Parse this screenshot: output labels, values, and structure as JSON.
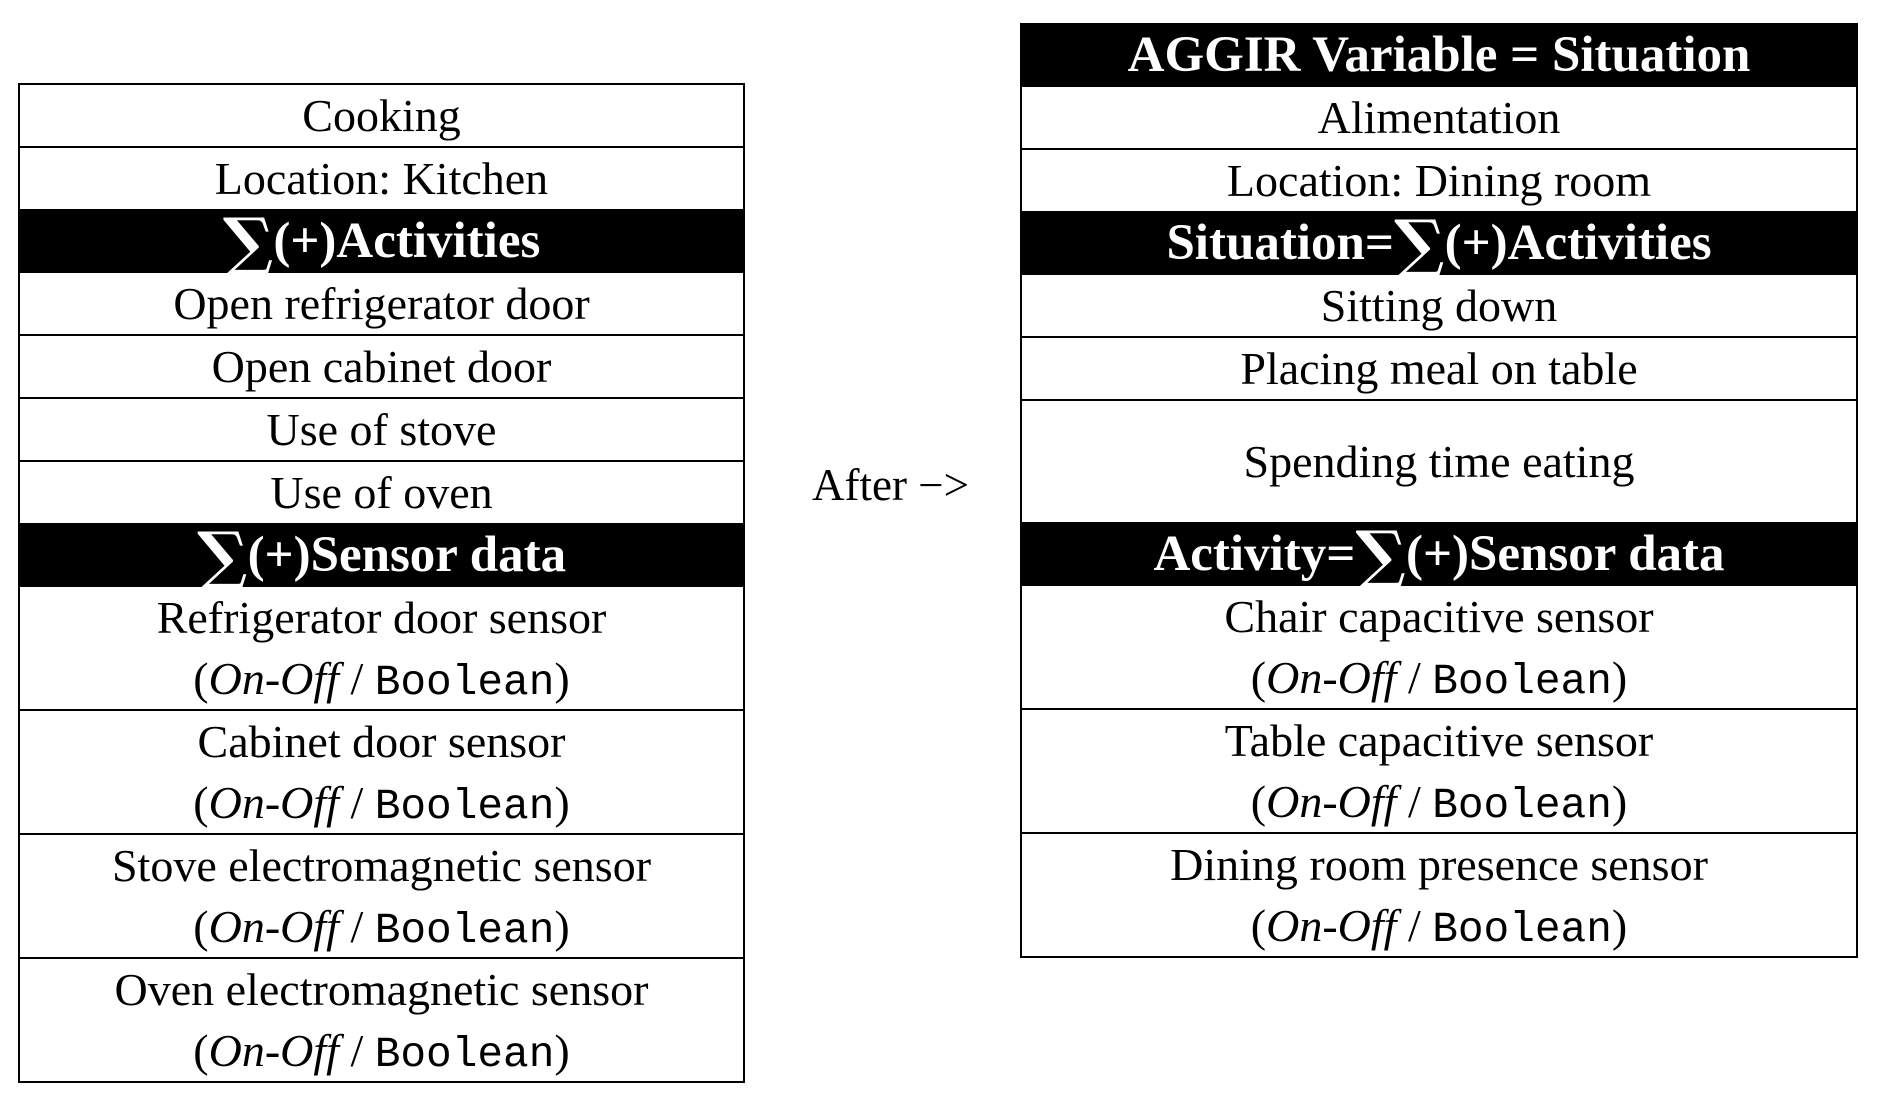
{
  "figure": {
    "after_label": "After −>"
  },
  "colors": {
    "background": "#ffffff",
    "border": "#000000",
    "header_bg": "#000000",
    "header_fg": "#ffffff"
  },
  "left_table": {
    "rows": [
      {
        "style": "item",
        "lines": [
          [
            {
              "t": "Cooking"
            }
          ]
        ]
      },
      {
        "style": "item",
        "lines": [
          [
            {
              "t": "Location: Kitchen"
            }
          ]
        ]
      },
      {
        "style": "header",
        "lines": [
          [
            {
              "t": "∑",
              "s": "sum"
            },
            {
              "t": "(+)Activities"
            }
          ]
        ]
      },
      {
        "style": "item",
        "lines": [
          [
            {
              "t": "Open refrigerator door"
            }
          ]
        ]
      },
      {
        "style": "item",
        "lines": [
          [
            {
              "t": "Open cabinet door"
            }
          ]
        ]
      },
      {
        "style": "item",
        "lines": [
          [
            {
              "t": "Use of stove"
            }
          ]
        ]
      },
      {
        "style": "item",
        "lines": [
          [
            {
              "t": "Use of oven"
            }
          ]
        ]
      },
      {
        "style": "header",
        "lines": [
          [
            {
              "t": "∑",
              "s": "sum"
            },
            {
              "t": "(+)Sensor data"
            }
          ]
        ]
      },
      {
        "style": "item",
        "lines": [
          [
            {
              "t": "Refrigerator door sensor"
            }
          ],
          [
            {
              "t": "("
            },
            {
              "t": "On-Off",
              "s": "i"
            },
            {
              "t": " / "
            },
            {
              "t": "Boolean",
              "s": "m"
            },
            {
              "t": ")"
            }
          ]
        ]
      },
      {
        "style": "item",
        "lines": [
          [
            {
              "t": "Cabinet door sensor"
            }
          ],
          [
            {
              "t": "("
            },
            {
              "t": "On-Off",
              "s": "i"
            },
            {
              "t": " / "
            },
            {
              "t": "Boolean",
              "s": "m"
            },
            {
              "t": ")"
            }
          ]
        ]
      },
      {
        "style": "item",
        "lines": [
          [
            {
              "t": "Stove electromagnetic sensor"
            }
          ],
          [
            {
              "t": "("
            },
            {
              "t": "On-Off",
              "s": "i"
            },
            {
              "t": " / "
            },
            {
              "t": "Boolean",
              "s": "m"
            },
            {
              "t": ")"
            }
          ]
        ]
      },
      {
        "style": "item",
        "lines": [
          [
            {
              "t": "Oven electromagnetic sensor"
            }
          ],
          [
            {
              "t": "("
            },
            {
              "t": "On-Off",
              "s": "i"
            },
            {
              "t": " / "
            },
            {
              "t": "Boolean",
              "s": "m"
            },
            {
              "t": ")"
            }
          ]
        ]
      }
    ]
  },
  "right_table": {
    "rows": [
      {
        "style": "header",
        "lines": [
          [
            {
              "t": "AGGIR Variable = Situation"
            }
          ]
        ]
      },
      {
        "style": "item",
        "lines": [
          [
            {
              "t": "Alimentation"
            }
          ]
        ]
      },
      {
        "style": "item",
        "lines": [
          [
            {
              "t": "Location: Dining room"
            }
          ]
        ]
      },
      {
        "style": "header",
        "lines": [
          [
            {
              "t": "Situation="
            },
            {
              "t": "∑",
              "s": "sum"
            },
            {
              "t": "(+)Activities"
            }
          ]
        ]
      },
      {
        "style": "item",
        "lines": [
          [
            {
              "t": "Sitting down"
            }
          ]
        ]
      },
      {
        "style": "item",
        "lines": [
          [
            {
              "t": "Placing meal on table"
            }
          ]
        ]
      },
      {
        "style": "item-tall",
        "lines": [
          [
            {
              "t": "Spending time eating"
            }
          ]
        ]
      },
      {
        "style": "header",
        "lines": [
          [
            {
              "t": "Activity="
            },
            {
              "t": "∑",
              "s": "sum"
            },
            {
              "t": "(+)Sensor data"
            }
          ]
        ]
      },
      {
        "style": "item",
        "lines": [
          [
            {
              "t": "Chair capacitive sensor"
            }
          ],
          [
            {
              "t": "("
            },
            {
              "t": "On-Off",
              "s": "i"
            },
            {
              "t": " / "
            },
            {
              "t": "Boolean",
              "s": "m"
            },
            {
              "t": ")"
            }
          ]
        ]
      },
      {
        "style": "item",
        "lines": [
          [
            {
              "t": "Table capacitive sensor"
            }
          ],
          [
            {
              "t": "("
            },
            {
              "t": "On-Off",
              "s": "i"
            },
            {
              "t": " / "
            },
            {
              "t": "Boolean",
              "s": "m"
            },
            {
              "t": ")"
            }
          ]
        ]
      },
      {
        "style": "item",
        "lines": [
          [
            {
              "t": "Dining room presence sensor"
            }
          ],
          [
            {
              "t": "("
            },
            {
              "t": "On-Off",
              "s": "i"
            },
            {
              "t": " / "
            },
            {
              "t": "Boolean",
              "s": "m"
            },
            {
              "t": ")"
            }
          ]
        ]
      }
    ]
  }
}
